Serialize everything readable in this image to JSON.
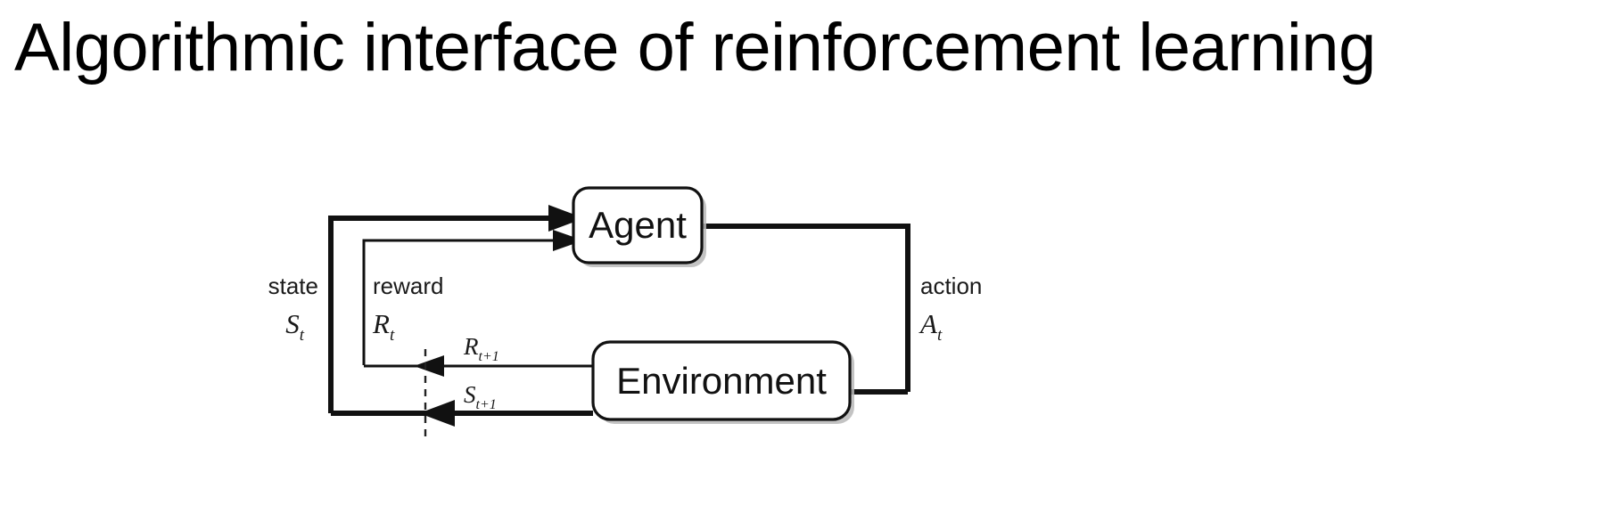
{
  "slide": {
    "title": "Algorithmic interface of reinforcement learning",
    "background_color": "#ffffff",
    "ink_color": "#111111"
  },
  "diagram": {
    "type": "agent-environment-interaction-loop",
    "nodes": [
      {
        "id": "agent",
        "label": "Agent"
      },
      {
        "id": "environment",
        "label": "Environment"
      }
    ],
    "edges": [
      {
        "id": "state-to-agent",
        "from": "environment",
        "to": "agent",
        "word_label": "state",
        "symbol_base": "S",
        "symbol_sub": "t",
        "weight": "thick"
      },
      {
        "id": "reward-to-agent",
        "from": "environment",
        "to": "agent",
        "word_label": "reward",
        "symbol_base": "R",
        "symbol_sub": "t",
        "weight": "thin"
      },
      {
        "id": "action-to-environment",
        "from": "agent",
        "to": "environment",
        "word_label": "action",
        "symbol_base": "A",
        "symbol_sub": "t",
        "weight": "thick"
      },
      {
        "id": "next-reward",
        "from": "environment",
        "to": "time-boundary",
        "symbol_base": "R",
        "symbol_sub": "t+1",
        "weight": "thin"
      },
      {
        "id": "next-state",
        "from": "environment",
        "to": "time-boundary",
        "symbol_base": "S",
        "symbol_sub": "t+1",
        "weight": "thick"
      }
    ],
    "time_boundary": {
      "id": "time-step-divider",
      "style": "dashed-vertical"
    }
  }
}
